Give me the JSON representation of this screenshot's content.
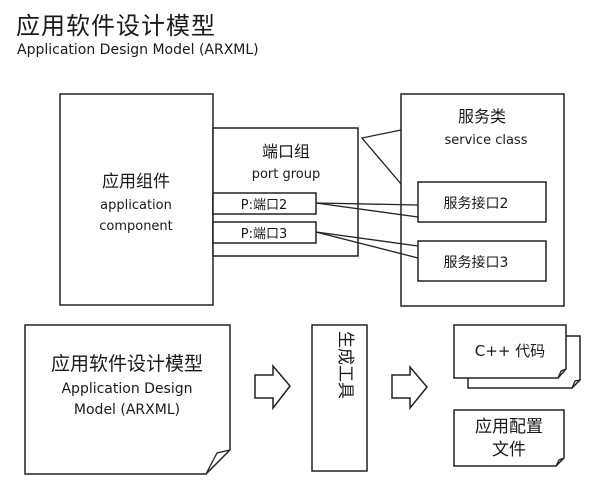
{
  "header": {
    "title": "应用软件设计模型",
    "subtitle": "Application Design Model (ARXML)"
  },
  "top_diagram": {
    "app_component": {
      "zh": "应用组件",
      "en1": "application",
      "en2": "component"
    },
    "port_group": {
      "zh": "端口组",
      "en": "port group"
    },
    "ports": [
      {
        "label": "P:端口2"
      },
      {
        "label": "P:端口3"
      }
    ],
    "service_class": {
      "zh": "服务类",
      "en": "service class"
    },
    "service_interfaces": [
      {
        "label": "服务接口2"
      },
      {
        "label": "服务接口3"
      }
    ]
  },
  "bottom_flow": {
    "input_doc": {
      "zh": "应用软件设计模型",
      "en1": "Application Design",
      "en2": "Model (ARXML)"
    },
    "tool": {
      "label": "生成工具"
    },
    "outputs": [
      {
        "label": "C++ 代码"
      },
      {
        "line1": "应用配置",
        "line2": "文件"
      }
    ]
  }
}
